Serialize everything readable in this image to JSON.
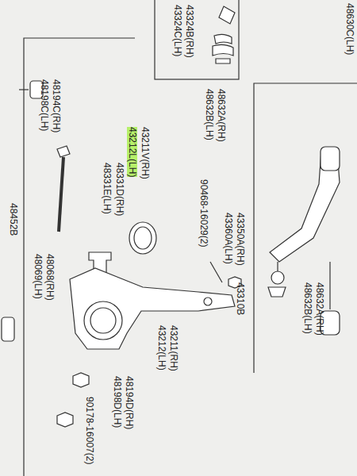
{
  "diagram": {
    "labels": [
      "43324B(RH)",
      "43324C(LH)",
      "48452B",
      "48194C(RH)",
      "48198C(LH)",
      "43211V(RH)",
      "43212L(LH)",
      "48331D(RH)",
      "48331E(LH)",
      "48068(RH)",
      "48069(LH)",
      "48632A(RH)",
      "48632B(LH)",
      "90468-16029(2)",
      "43350A(RH)",
      "43360A(LH)",
      "43310B",
      "48632A(RH)",
      "48632B(LH)",
      "43211(RH)",
      "43212(LH)",
      "48194D(RH)",
      "48198D(LH)",
      "90178-16007(2)",
      "48630C(LH)"
    ]
  }
}
